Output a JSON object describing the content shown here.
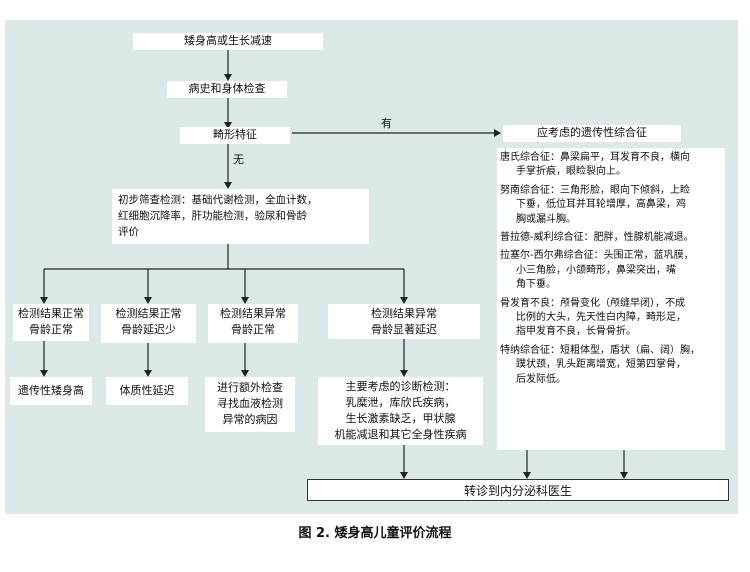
{
  "nodes": {
    "start": "矮身高或生长减速",
    "history": "病史和身体检查",
    "dysmorphic": "畸形特征",
    "yes_label": "有",
    "no_label": "无",
    "screening": [
      "初步筛查检测：基础代谢检测，全血计数，",
      "红细胞沉降率，肝功能检测，验尿和骨龄",
      "评价"
    ],
    "r1": [
      "检测结果正常",
      "骨龄正常"
    ],
    "r2": [
      "检测结果正常",
      "骨龄延迟少"
    ],
    "r3": [
      "检测结果异常",
      "骨龄正常"
    ],
    "r4": [
      "检测结果异常",
      "骨龄显著延迟"
    ],
    "o1": "遗传性矮身高",
    "o2": "体质性延迟",
    "o3": [
      "进行额外检查",
      "寻找血液检测",
      "异常的病因"
    ],
    "o4": [
      "主要考虑的诊断检测：",
      "乳糜泄，库欣氏疾病，",
      "生长激素缺乏，甲状腺",
      "机能减退和其它全身性疾病"
    ],
    "syndrome_title": "应考虑的遗传性综合征",
    "syndromes": [
      [
        "唐氏综合征：鼻梁扁平，耳发育不良，横向",
        "手掌折痕，眼睑裂向上。"
      ],
      [
        "努南综合征：三角形脸，眼向下倾斜，上睑",
        "下垂，低位耳并耳轮增厚，高鼻梁，鸡",
        "胸或漏斗胸。"
      ],
      [
        "普拉德-威利综合征：肥胖，性腺机能减退。"
      ],
      [
        "拉塞尔-西尔弗综合征：头围正常，蓝巩膜，",
        "小三角脸，小颌畸形，鼻梁突出，嘴",
        "角下垂。"
      ],
      [
        "骨发育不良：颅骨变化（颅缝早闭），不成",
        "比例的大头，先天性白内障，畸形足，",
        "指甲发育不良，长骨骨折。"
      ],
      [
        "特纳综合征：短粗体型，盾状（扁、阔）胸，",
        "蹼状颈，乳头距离增宽，短第四掌骨，",
        "后发际低。"
      ]
    ],
    "referral": "转诊到内分泌科医生"
  },
  "caption": "图 2.  矮身高儿童评价流程"
}
